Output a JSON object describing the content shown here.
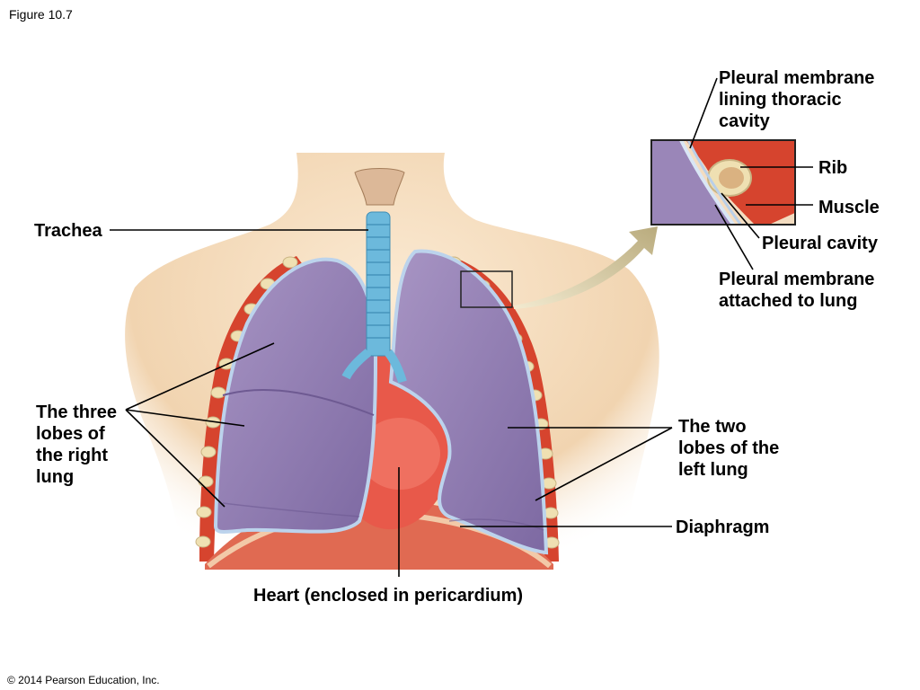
{
  "figure": {
    "number": "Figure 10.7",
    "copyright": "© 2014 Pearson Education, Inc."
  },
  "labels": {
    "trachea": "Trachea",
    "right_lobes": "The three\nlobes of\nthe right\nlung",
    "heart": "Heart (enclosed in pericardium)",
    "left_lobes": "The two\nlobes of the\nleft lung",
    "diaphragm": "Diaphragm",
    "pleura_thoracic": "Pleural membrane\nlining thoracic\ncavity",
    "rib": "Rib",
    "muscle": "Muscle",
    "pleural_cavity": "Pleural cavity",
    "pleura_lung": "Pleural membrane\nattached to lung"
  },
  "colors": {
    "skin": "#f3dcc0",
    "lung": "#9a86b8",
    "lung_dark": "#7c68a0",
    "pleura": "#b9cfe8",
    "trachea": "#6cb9dc",
    "heart": "#e8594a",
    "muscle": "#d6442e",
    "bone": "#efe0b2"
  }
}
